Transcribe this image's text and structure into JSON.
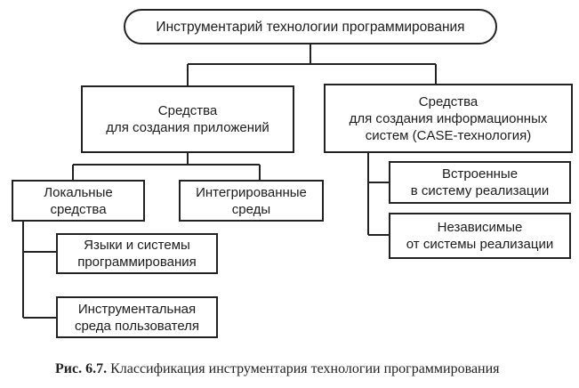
{
  "diagram": {
    "root": "Инструментарий технологии программирования",
    "apps": "Средства\nдля создания приложений",
    "case": "Средства\nдля создания информационных\nсистем (CASE-технология)",
    "local": "Локальные\nсредства",
    "integrated": "Интегрированные\nсреды",
    "languages": "Языки и системы\nпрограммирования",
    "user_env": "Инструментальная\nсреда пользователя",
    "builtin": "Встроенные\nв систему реализации",
    "independent": "Независимые\nот системы реализации"
  },
  "caption": {
    "label": "Рис. 6.7.",
    "text": "Классификация инструментария технологии программирования"
  }
}
